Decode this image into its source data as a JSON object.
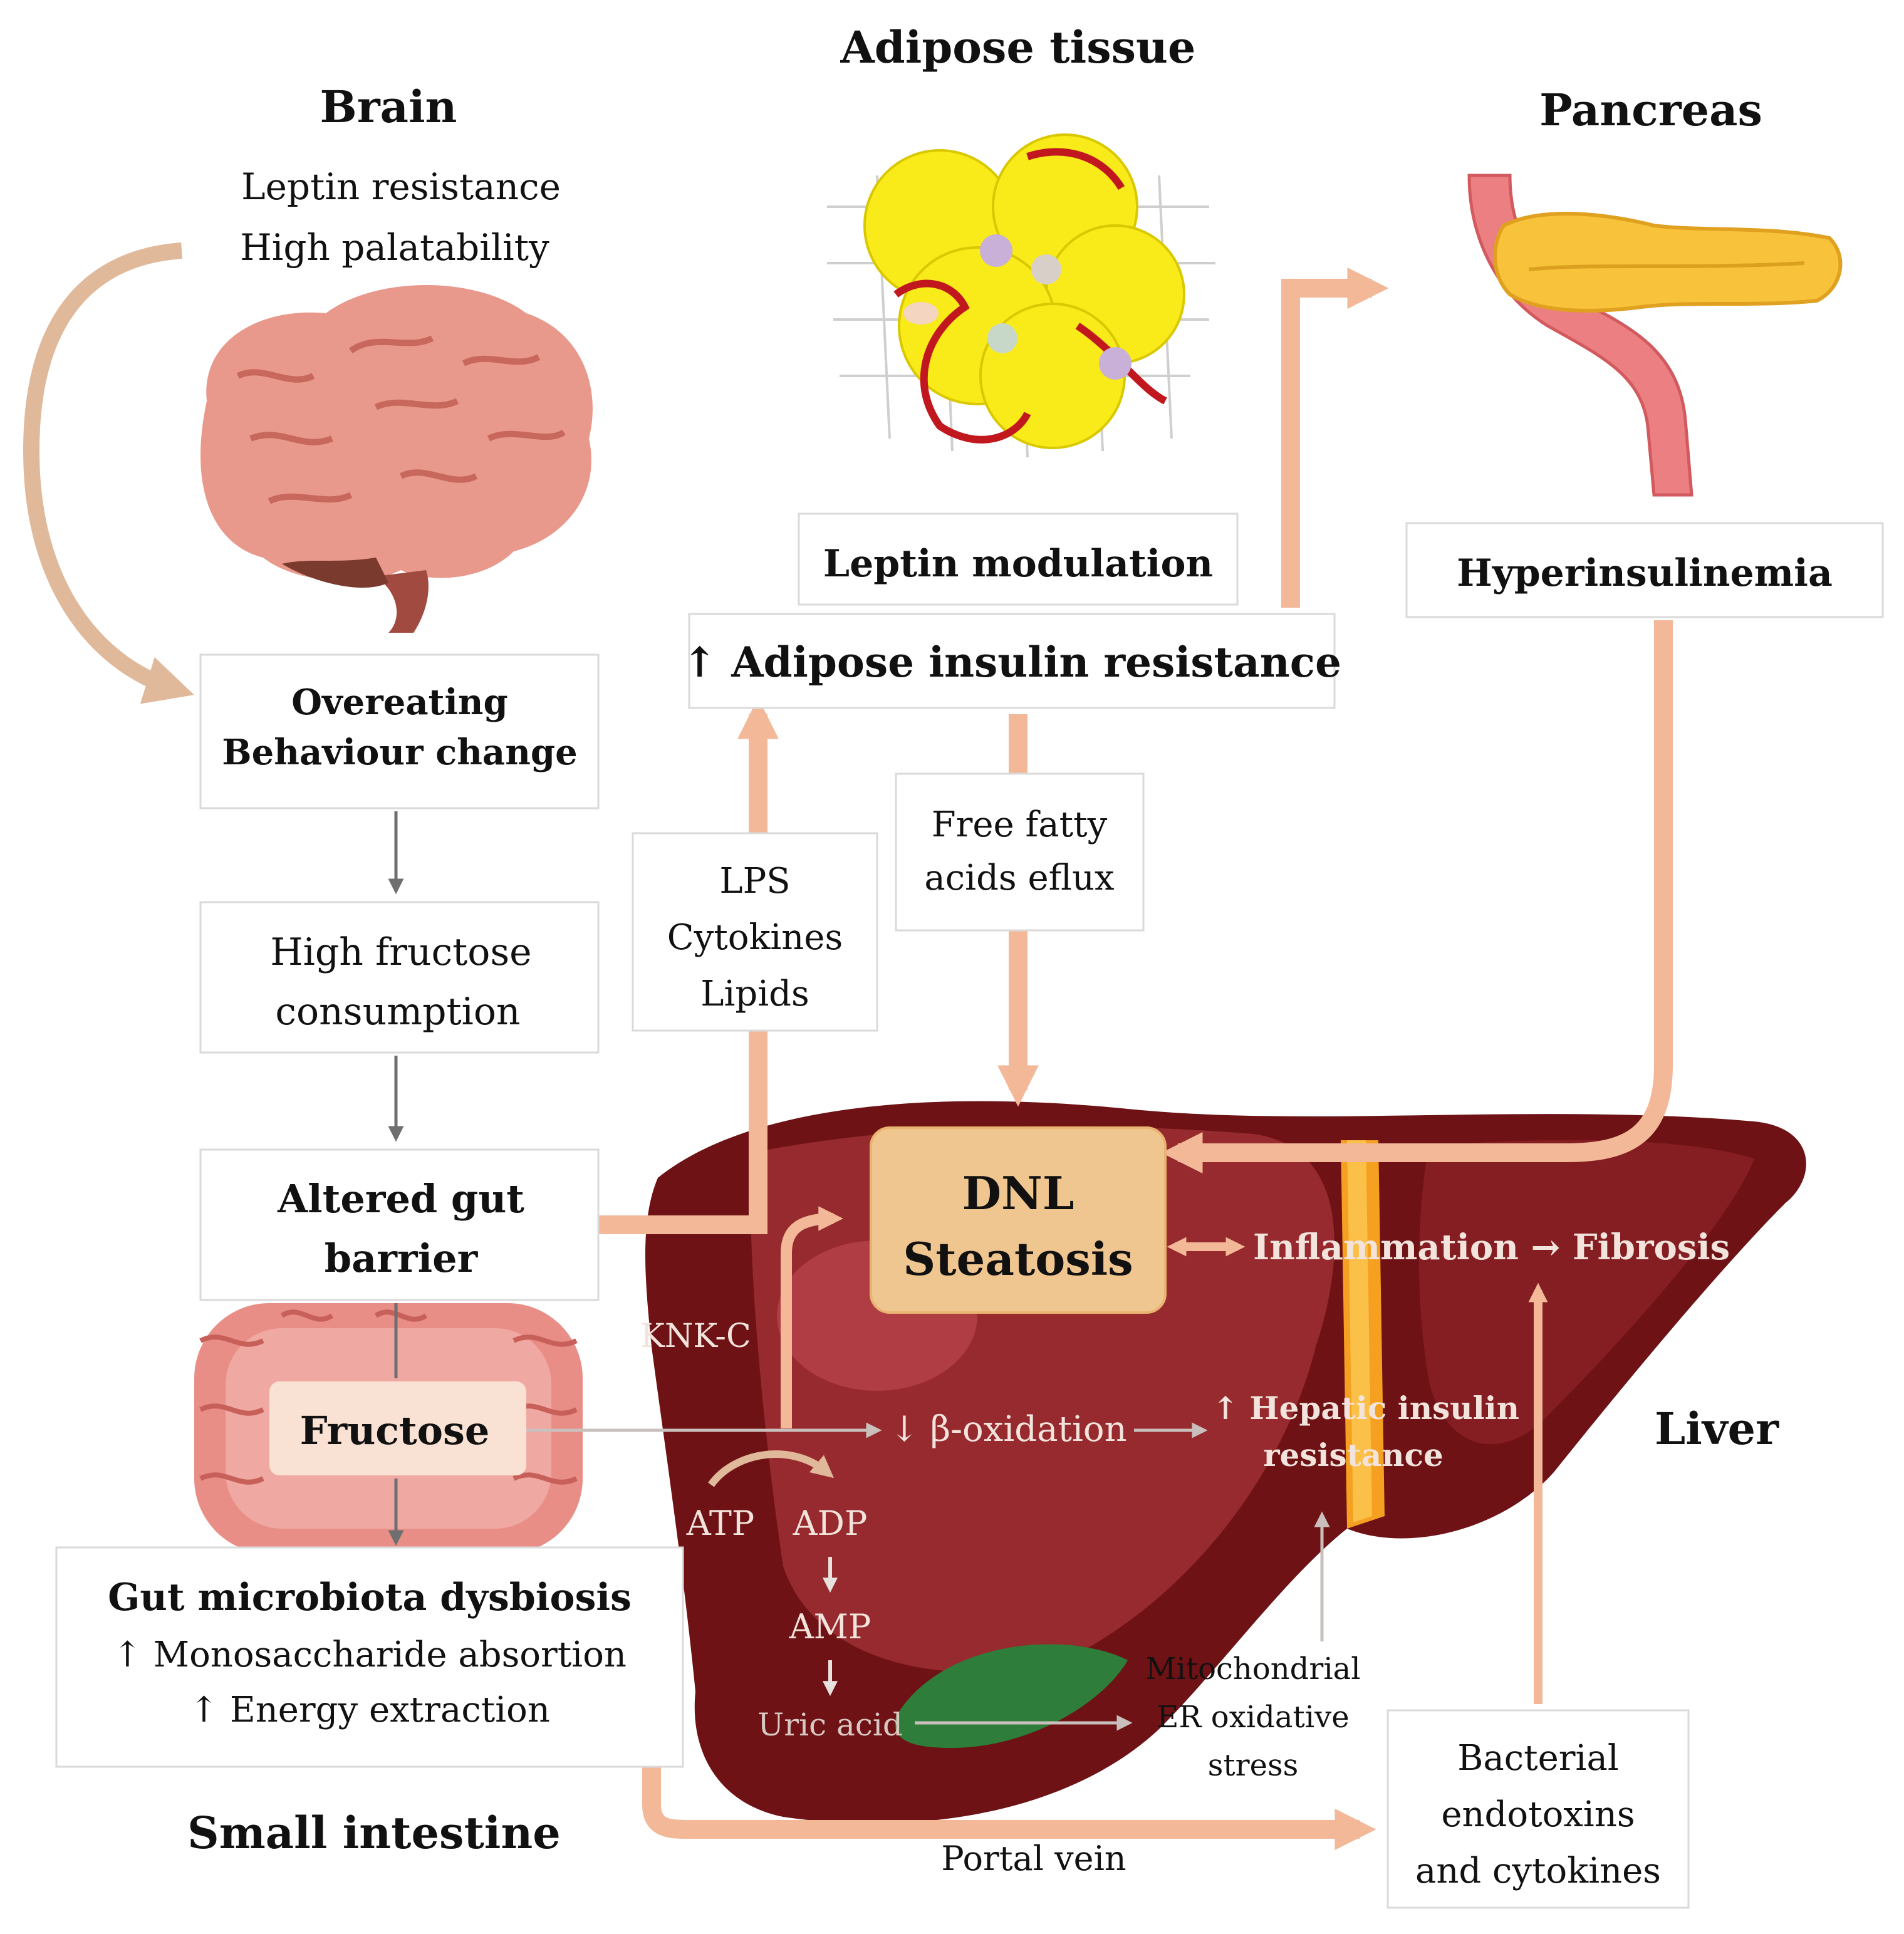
{
  "organs": {
    "brain": "Brain",
    "adipose": "Adipose tissue",
    "pancreas": "Pancreas",
    "liver": "Liver",
    "small_intestine": "Small intestine"
  },
  "brain_notes": [
    "Leptin resistance",
    "High palatability"
  ],
  "boxes": {
    "overeating": [
      "Overeating",
      "Behaviour change"
    ],
    "fructose_consumption": [
      "High fructose",
      "consumption"
    ],
    "gut_barrier": [
      "Altered gut",
      "barrier"
    ],
    "fructose": "Fructose",
    "dysbiosis_title": "Gut microbiota dysbiosis",
    "dysbiosis_items": [
      "↑ Monosaccharide absortion",
      "↑ Energy extraction"
    ],
    "leptin_modulation": "Leptin modulation",
    "adipose_ir": "↑ Adipose insulin resistance",
    "hyperinsulinemia": "Hyperinsulinemia",
    "lps": [
      "LPS",
      "Cytokines",
      "Lipids"
    ],
    "ffa": [
      "Free fatty",
      "acids eflux"
    ],
    "dnl": [
      "DNL",
      "Steatosis"
    ],
    "endotoxins": [
      "Bacterial",
      "endotoxins",
      "and cytokines"
    ]
  },
  "liver_labels": {
    "inflammation": "Inflammation → Fibrosis",
    "knk": "KNK-C",
    "beta_ox": "↓ β-oxidation",
    "hepatic_ir": [
      "↑ Hepatic insulin",
      "resistance"
    ],
    "atp": "ATP",
    "adp": "ADP",
    "amp": "AMP",
    "uric": "Uric acid",
    "mito": [
      "Mitochondrial",
      "ER oxidative",
      "stress"
    ],
    "portal": "Portal vein"
  },
  "colors": {
    "arrow_peach": "#f2b898",
    "liver_dark": "#6e1215",
    "liver_mid": "#9e2f33",
    "dnl_box": "#f0c690",
    "gray_arrow": "#6f6f6f",
    "brain_pink": "#e9998c",
    "fat_yellow": "#f9ea1a"
  }
}
